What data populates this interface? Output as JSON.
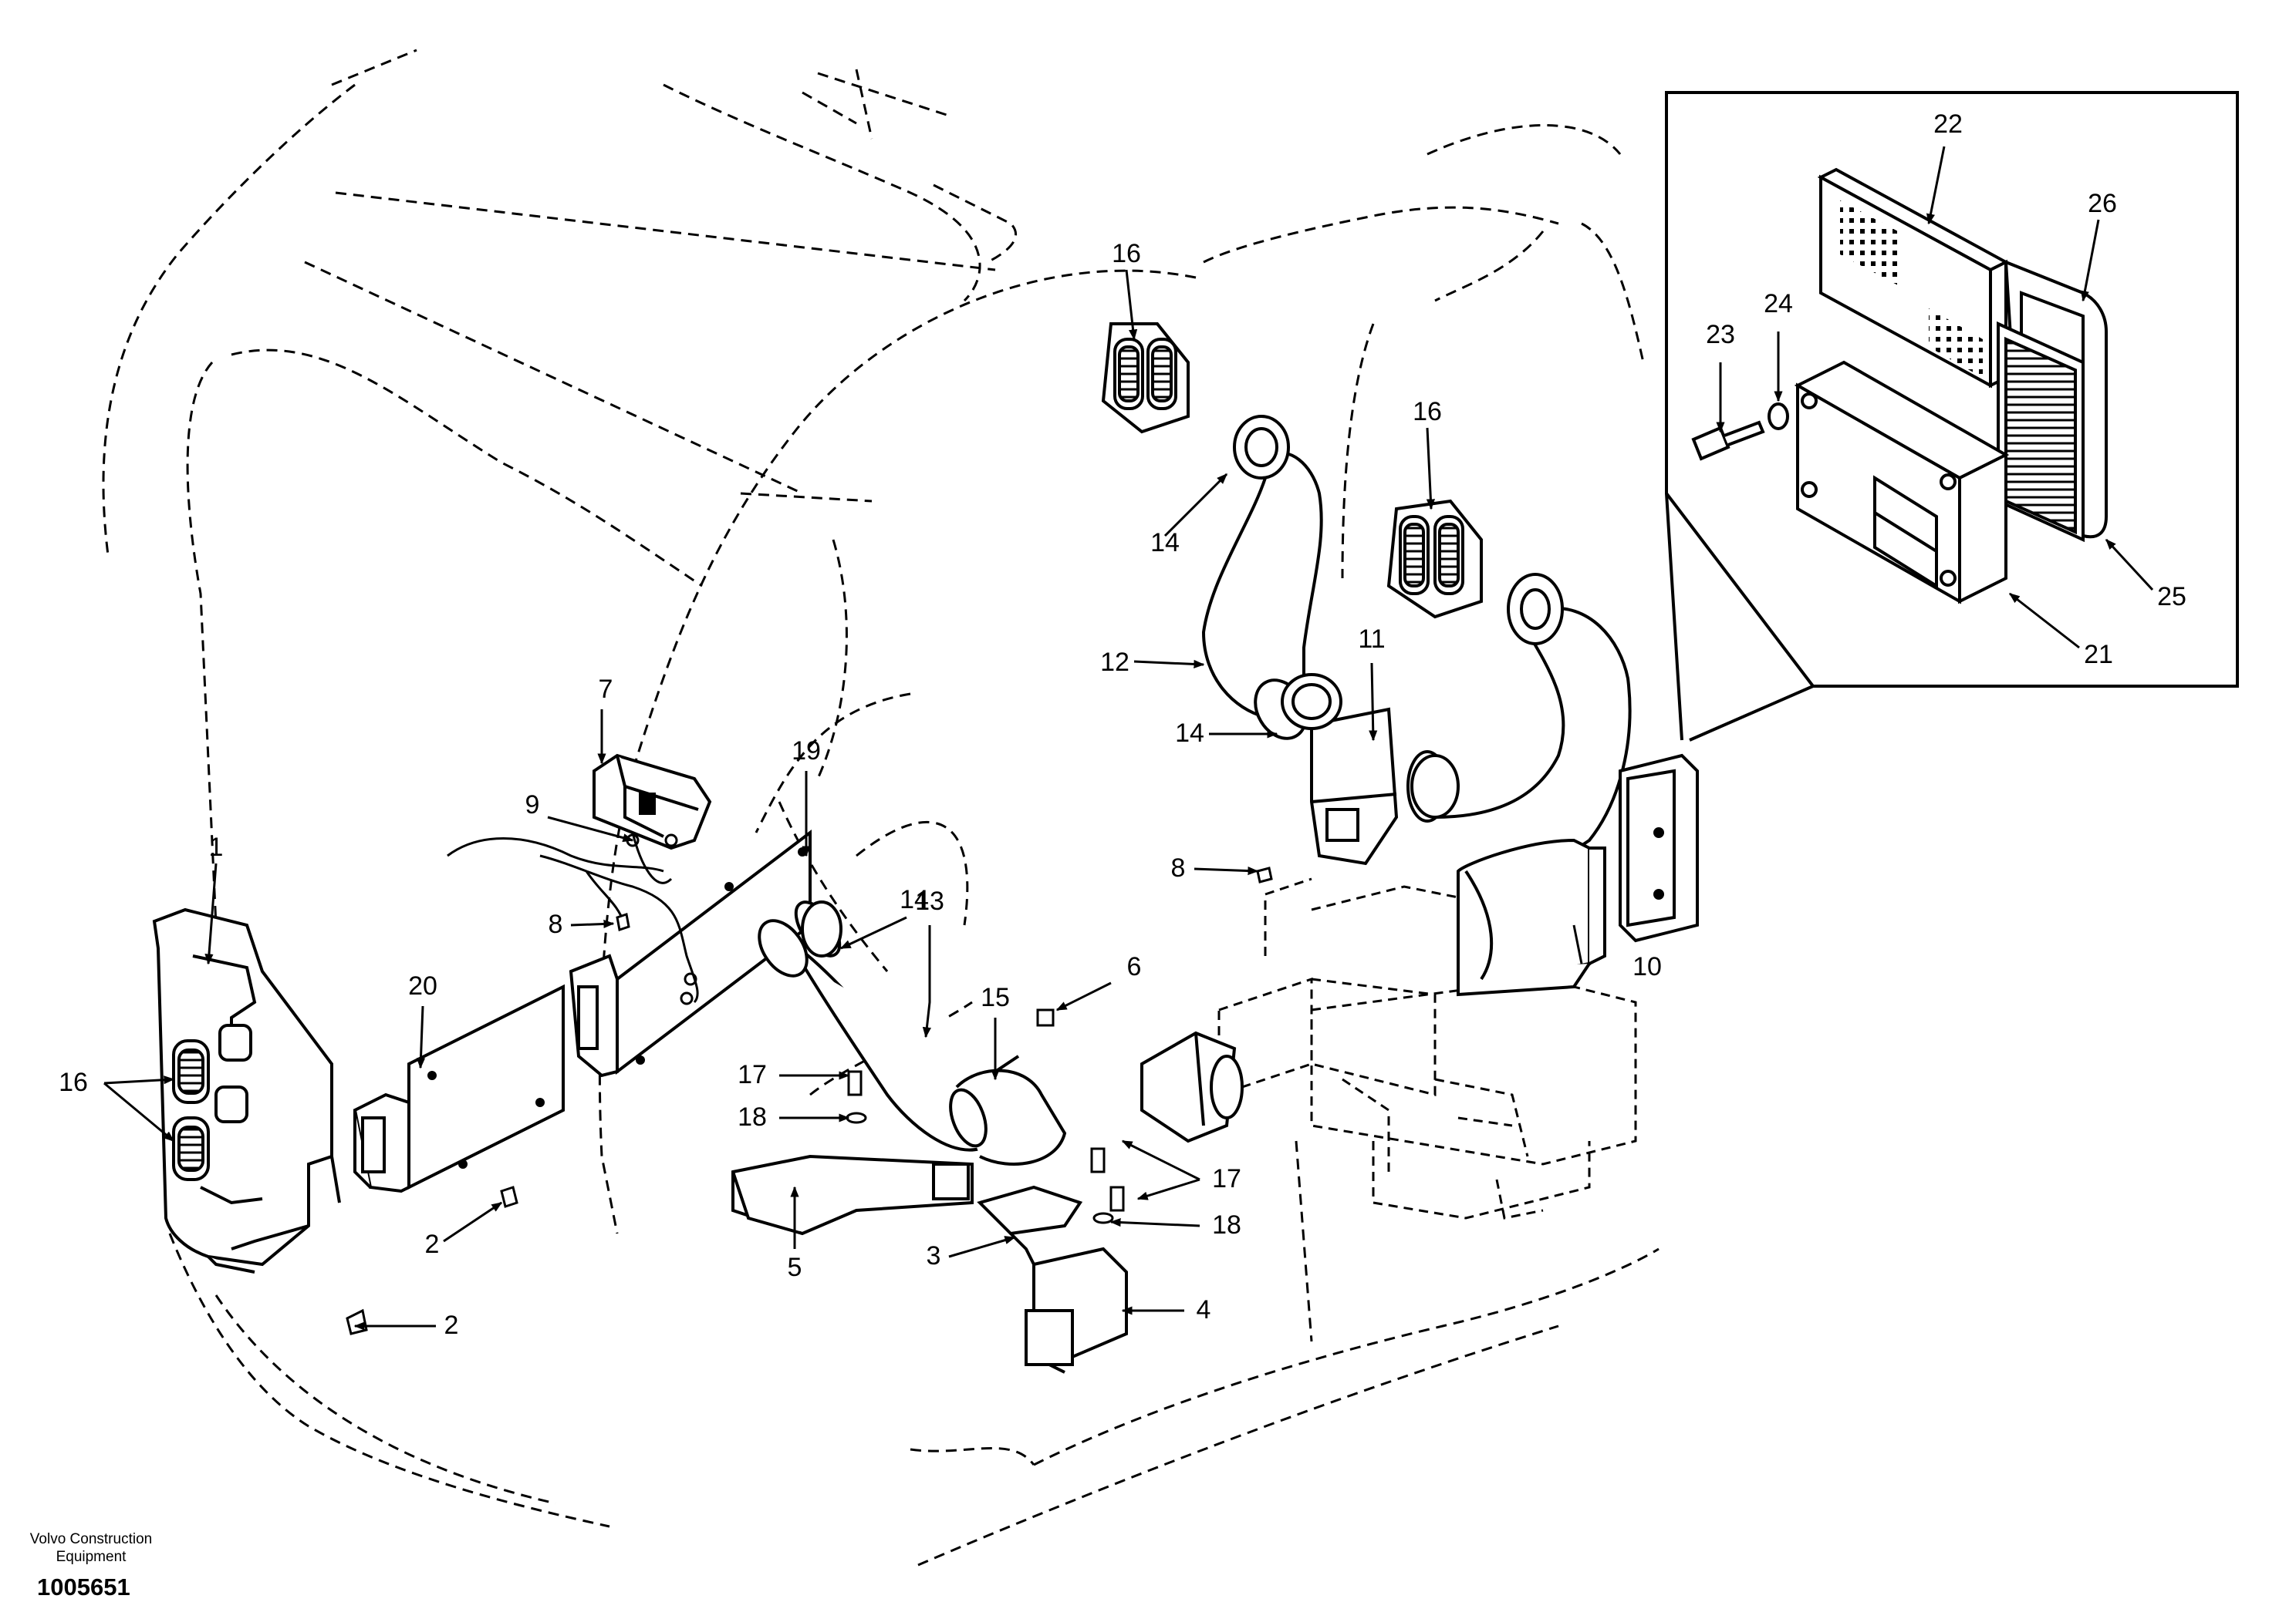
{
  "footer": {
    "brand_line1": "Volvo Construction",
    "brand_line2": "Equipment",
    "doc_number": "1005651"
  },
  "callouts": {
    "p1": "1",
    "p2a": "2",
    "p2b": "2",
    "p3": "3",
    "p4": "4",
    "p5": "5",
    "p6": "6",
    "p7": "7",
    "p8a": "8",
    "p8b": "8",
    "p9": "9",
    "p10": "10",
    "p11": "11",
    "p12": "12",
    "p13": "13",
    "p14a": "14",
    "p14b": "14",
    "p14c": "14",
    "p15": "15",
    "p16a": "16",
    "p16b": "16",
    "p16c": "16",
    "p17a": "17",
    "p17b": "17",
    "p18a": "18",
    "p18b": "18",
    "p19": "19",
    "p20": "20",
    "p21": "21",
    "p22": "22",
    "p23": "23",
    "p24": "24",
    "p25": "25",
    "p26": "26"
  }
}
